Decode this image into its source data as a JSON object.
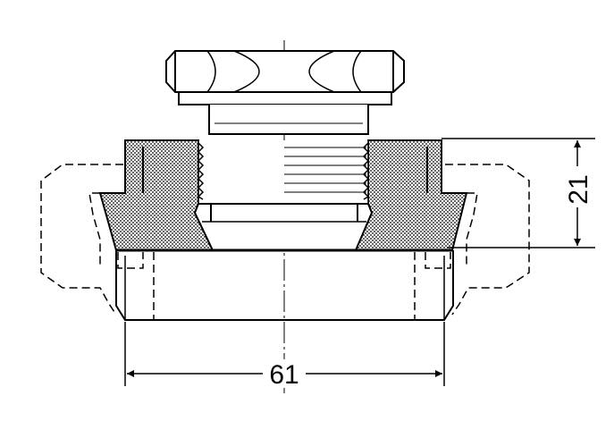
{
  "drawing": {
    "dimensions": [
      {
        "name": "width",
        "value": "61"
      },
      {
        "name": "height",
        "value": "21"
      }
    ]
  }
}
